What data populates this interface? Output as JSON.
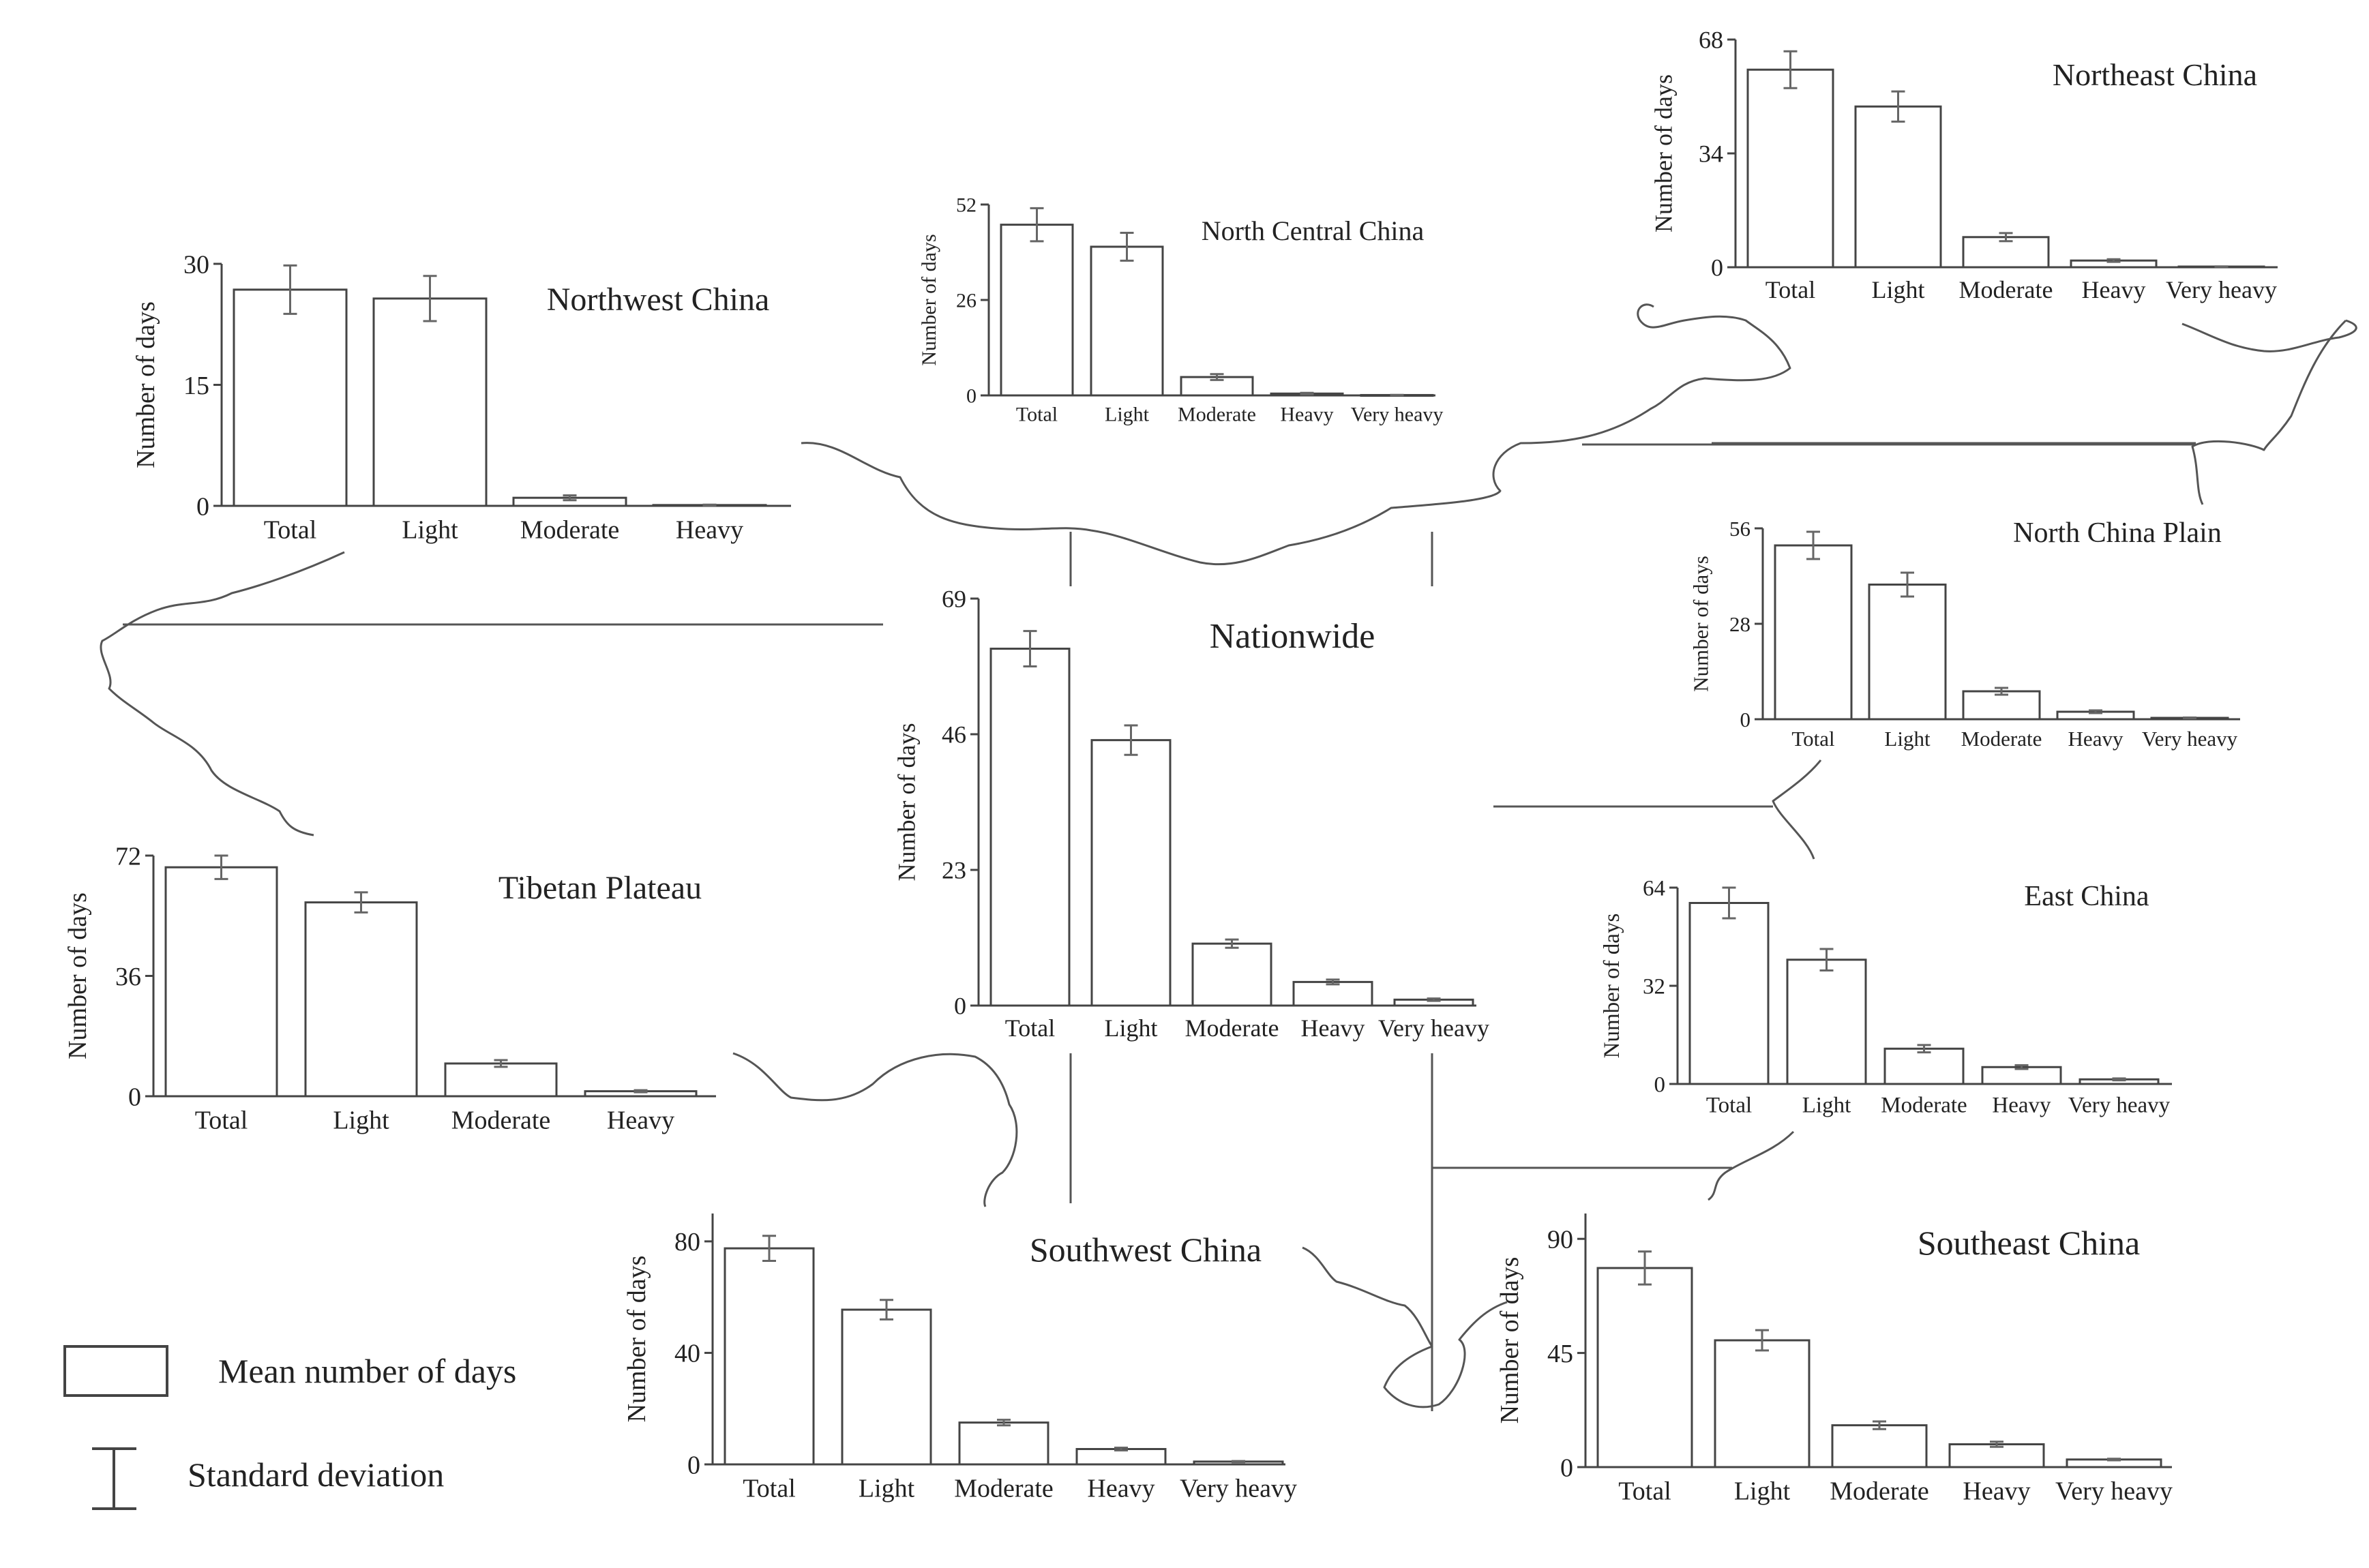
{
  "legend": {
    "mean_label": "Mean number of days",
    "sd_label": "Standard deviation"
  },
  "chart_data": [
    {
      "type": "bar",
      "title": "Nationwide",
      "ylabel": "Number of days",
      "xlabel": "",
      "categories": [
        "Total",
        "Light",
        "Moderate",
        "Heavy",
        "Very heavy"
      ],
      "values": [
        60.5,
        45,
        10.5,
        4,
        1
      ],
      "errors": [
        3,
        2.5,
        0.7,
        0.4,
        0.2
      ],
      "yticks": [
        "0",
        "23",
        "46",
        "69"
      ],
      "ylim": [
        0,
        69
      ]
    },
    {
      "type": "bar",
      "title": "Northwest China",
      "ylabel": "Number of days",
      "xlabel": "",
      "categories": [
        "Total",
        "Light",
        "Moderate",
        "Heavy"
      ],
      "values": [
        26.8,
        25.7,
        1,
        0.1
      ],
      "errors": [
        3,
        2.8,
        0.3,
        0.05
      ],
      "yticks": [
        "0",
        "15",
        "30"
      ],
      "ylim": [
        0,
        30
      ]
    },
    {
      "type": "bar",
      "title": "North Central China",
      "ylabel": "Number of days",
      "xlabel": "",
      "categories": [
        "Total",
        "Light",
        "Moderate",
        "Heavy",
        "Very heavy"
      ],
      "values": [
        46.5,
        40.5,
        5,
        0.5,
        0.1
      ],
      "errors": [
        4.5,
        3.8,
        0.8,
        0.2,
        0.05
      ],
      "yticks": [
        "0",
        "26",
        "52"
      ],
      "ylim": [
        0,
        52
      ]
    },
    {
      "type": "bar",
      "title": "Northeast China",
      "ylabel": "Number of days",
      "xlabel": "",
      "categories": [
        "Total",
        "Light",
        "Moderate",
        "Heavy",
        "Very heavy"
      ],
      "values": [
        59,
        48,
        9,
        2,
        0.2
      ],
      "errors": [
        5.5,
        4.5,
        1.2,
        0.4,
        0.05
      ],
      "yticks": [
        "0",
        "34",
        "68"
      ],
      "ylim": [
        0,
        68
      ]
    },
    {
      "type": "bar",
      "title": "North China Plain",
      "ylabel": "Number of days",
      "xlabel": "",
      "categories": [
        "Total",
        "Light",
        "Moderate",
        "Heavy",
        "Very heavy"
      ],
      "values": [
        51,
        39.5,
        8.2,
        2.2,
        0.4
      ],
      "errors": [
        4,
        3.5,
        1,
        0.4,
        0.1
      ],
      "yticks": [
        "0",
        "28",
        "56"
      ],
      "ylim": [
        0,
        56
      ]
    },
    {
      "type": "bar",
      "title": "Tibetan Plateau",
      "ylabel": "Number of days",
      "xlabel": "",
      "categories": [
        "Total",
        "Light",
        "Moderate",
        "Heavy"
      ],
      "values": [
        68.5,
        58,
        9.8,
        1.5
      ],
      "errors": [
        3.5,
        3,
        1,
        0.3
      ],
      "yticks": [
        "0",
        "36",
        "72"
      ],
      "ylim": [
        0,
        72
      ]
    },
    {
      "type": "bar",
      "title": "East China",
      "ylabel": "Number of days",
      "xlabel": "",
      "categories": [
        "Total",
        "Light",
        "Moderate",
        "Heavy",
        "Very heavy"
      ],
      "values": [
        59,
        40.5,
        11.5,
        5.5,
        1.5
      ],
      "errors": [
        5,
        3.5,
        1.2,
        0.6,
        0.3
      ],
      "yticks": [
        "0",
        "32",
        "64"
      ],
      "ylim": [
        0,
        64
      ]
    },
    {
      "type": "bar",
      "title": "Southwest China",
      "ylabel": "Number of days",
      "xlabel": "",
      "categories": [
        "Total",
        "Light",
        "Moderate",
        "Heavy",
        "Very heavy"
      ],
      "values": [
        77.5,
        55.5,
        15,
        5.5,
        1
      ],
      "errors": [
        4.5,
        3.5,
        1,
        0.5,
        0.2
      ],
      "yticks": [
        "0",
        "40",
        "80"
      ],
      "ylim": [
        0,
        90
      ]
    },
    {
      "type": "bar",
      "title": "Southeast China",
      "ylabel": "Number of days",
      "xlabel": "",
      "categories": [
        "Total",
        "Light",
        "Moderate",
        "Heavy",
        "Very heavy"
      ],
      "values": [
        78.5,
        50,
        16.5,
        9,
        3
      ],
      "errors": [
        6.5,
        4,
        1.5,
        1,
        0.3
      ],
      "yticks": [
        "0",
        "45",
        "90"
      ],
      "ylim": [
        0,
        100
      ]
    }
  ]
}
